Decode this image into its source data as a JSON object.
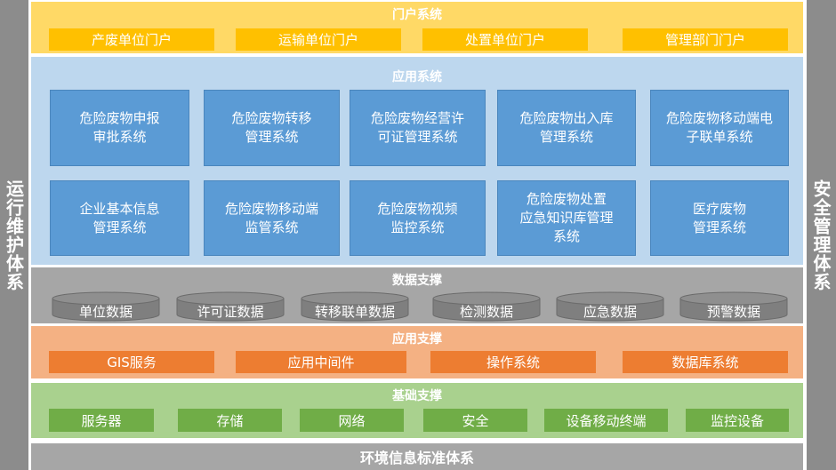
{
  "colors": {
    "portal_bg": "#ffd966",
    "portal_item": "#ffc000",
    "app_bg": "#bdd7ee",
    "app_box": "#5b9bd5",
    "data_bg": "#a6a6a6",
    "data_cyl": "#7f7f7f",
    "support_bg": "#f4b183",
    "support_item": "#ed7d31",
    "base_bg": "#a9d18e",
    "base_item": "#70ad47",
    "side_bar": "#8c8c8c"
  },
  "side_left": "运行维护体系",
  "side_right": "安全管理体系",
  "portal": {
    "title": "门户系统",
    "items": [
      "产废单位门户",
      "运输单位门户",
      "处置单位门户",
      "管理部门门户"
    ]
  },
  "application": {
    "title": "应用系统",
    "row1": [
      "危险废物申报\n审批系统",
      "危险废物转移\n管理系统",
      "危险废物经营许\n可证管理系统",
      "危险废物出入库\n管理系统",
      "危险废物移动端电\n子联单系统"
    ],
    "row2": [
      "企业基本信息\n管理系统",
      "危险废物移动端\n监管系统",
      "危险废物视频\n监控系统",
      "危险废物处置\n应急知识库管理\n系统",
      "医疗废物\n管理系统"
    ]
  },
  "data_support": {
    "title": "数据支撑",
    "items": [
      "单位数据",
      "许可证数据",
      "转移联单数据",
      "检测数据",
      "应急数据",
      "预警数据"
    ]
  },
  "app_support": {
    "title": "应用支撑",
    "items": [
      "GIS服务",
      "应用中间件",
      "操作系统",
      "数据库系统"
    ]
  },
  "base_support": {
    "title": "基础支撑",
    "items": [
      "服务器",
      "存储",
      "网络",
      "安全",
      "设备移动终端",
      "监控设备"
    ]
  },
  "footer": "环境信息标准体系"
}
